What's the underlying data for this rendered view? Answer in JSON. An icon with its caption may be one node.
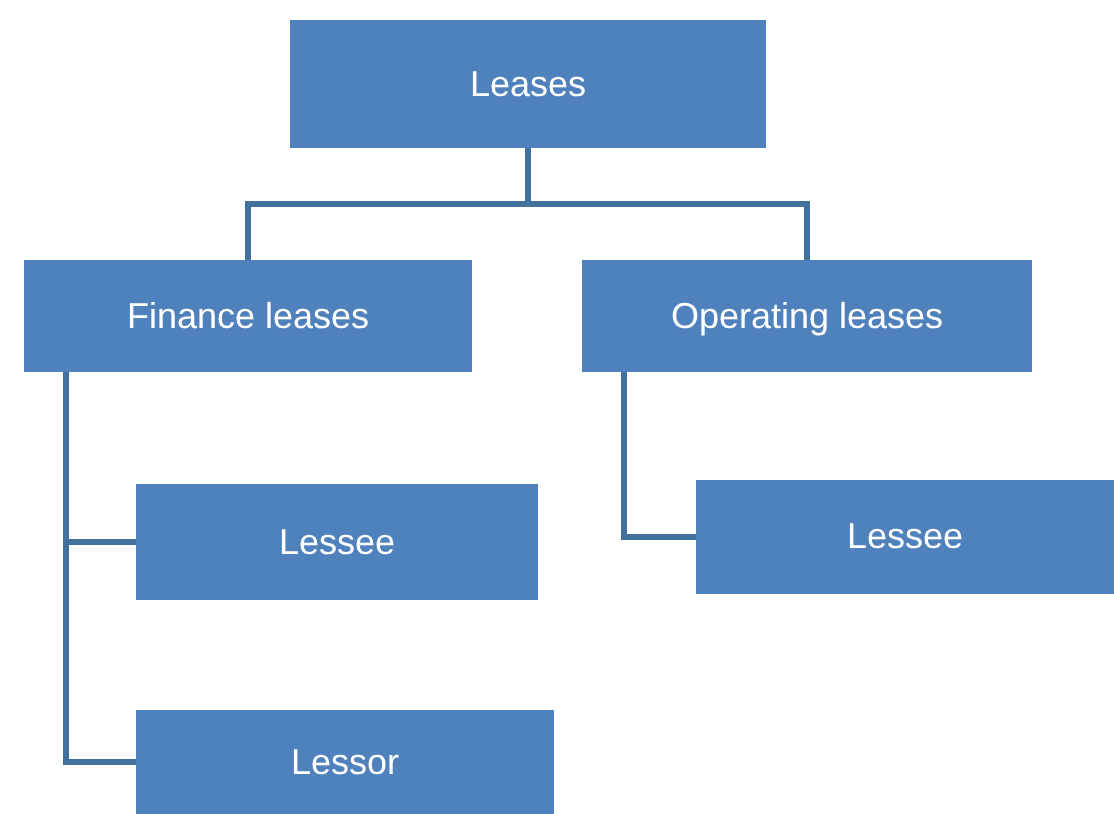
{
  "diagram": {
    "nodes": [
      {
        "text": [
          "Leases"
        ]
      },
      {
        "text": [
          "Finance leases"
        ]
      },
      {
        "text": [
          "Operating leases"
        ]
      },
      {
        "text": [
          "Lessee"
        ]
      },
      {
        "text": [
          "Lessor"
        ]
      },
      {
        "text": [
          "Lessee"
        ]
      }
    ],
    "edges": [
      {
        "from": 0,
        "to": 1,
        "arrow": "none"
      },
      {
        "from": 0,
        "to": 2,
        "arrow": "none"
      },
      {
        "from": 1,
        "to": 3,
        "arrow": "none"
      },
      {
        "from": 1,
        "to": 4,
        "arrow": "none"
      },
      {
        "from": 2,
        "to": 5,
        "arrow": "none"
      }
    ]
  }
}
